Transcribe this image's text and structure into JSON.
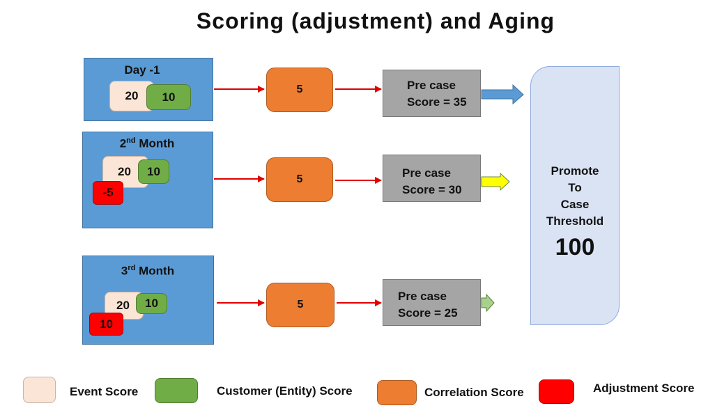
{
  "title": "Scoring (adjustment) and Aging",
  "rows": [
    {
      "label": "Day -1",
      "event_score": "20",
      "customer_score": "10",
      "correlation_score": "5",
      "precase_line1": "Pre case",
      "precase_line2": "Score = 35"
    },
    {
      "label_prefix": "2",
      "label_sup": "nd",
      "label_suffix": " Month",
      "event_score": "20",
      "customer_score": "10",
      "adjustment_score": "-5",
      "correlation_score": "5",
      "precase_line1": "Pre case",
      "precase_line2": "Score = 30"
    },
    {
      "label_prefix": "3",
      "label_sup": "rd",
      "label_suffix": " Month",
      "event_score": "20",
      "customer_score": "10",
      "adjustment_score": "10",
      "correlation_score": "5",
      "precase_line1": "Pre case",
      "precase_line2": "Score = 25"
    }
  ],
  "threshold": {
    "line1": "Promote",
    "line2": "To",
    "line3": "Case",
    "line4": "Threshold",
    "value": "100"
  },
  "legend": {
    "event": "Event Score",
    "customer": "Customer (Entity) Score",
    "correlation": "Correlation Score",
    "adjustment": "Adjustment Score"
  },
  "colors": {
    "panel": "#5b9bd5",
    "event": "#fbe5d6",
    "customer": "#70ad47",
    "correlation": "#ed7d31",
    "adjustment": "#ff0000",
    "precase": "#a5a5a5",
    "threshold": "#dae3f3",
    "arrow": "#e00000",
    "arrow_row1": "#5b9bd5",
    "arrow_row2": "#ffff00",
    "arrow_row3": "#a9d18e"
  }
}
